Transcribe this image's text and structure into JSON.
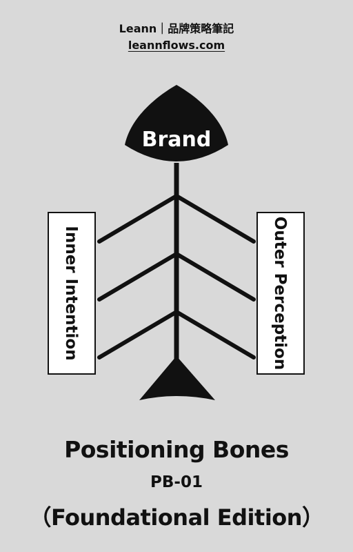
{
  "header": {
    "author": "Leann｜品牌策略筆記",
    "website": "leannflows.com"
  },
  "diagram": {
    "head_label": "Brand",
    "left_label": "Inner Intention",
    "right_label": "Outer Perception"
  },
  "footer": {
    "title": "Positioning Bones",
    "code": "PB-01",
    "edition": "（Foundational Edition）"
  },
  "colors": {
    "background": "#d9d9d9",
    "ink": "#111111",
    "box_fill": "#ffffff"
  }
}
